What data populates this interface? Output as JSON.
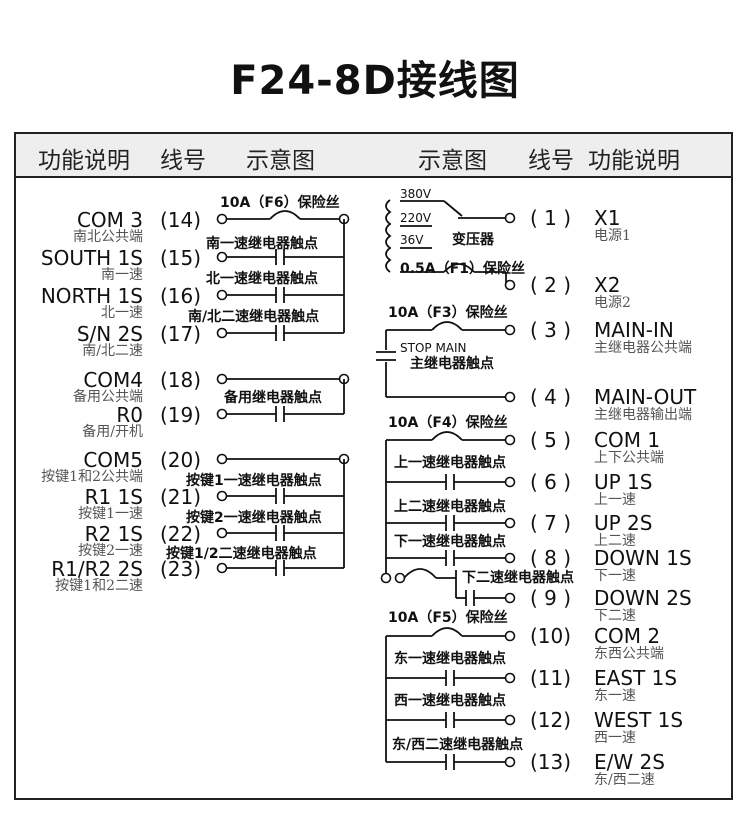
{
  "title": "F24-8D接线图",
  "header": {
    "left_func": "功能说明",
    "left_wire": "线号",
    "left_diagram": "示意图",
    "right_diagram": "示意图",
    "right_wire": "线号",
    "right_func": "功能说明"
  },
  "left_terms": [
    {
      "num": "(14)",
      "label": "COM 3",
      "sub": "南北公共端"
    },
    {
      "num": "(15)",
      "label": "SOUTH 1S",
      "sub": "南一速"
    },
    {
      "num": "(16)",
      "label": "NORTH 1S",
      "sub": "北一速"
    },
    {
      "num": "(17)",
      "label": "S/N 2S",
      "sub": "南/北二速"
    },
    {
      "num": "(18)",
      "label": "COM4",
      "sub": "备用公共端"
    },
    {
      "num": "(19)",
      "label": "R0",
      "sub": "备用/开机"
    },
    {
      "num": "(20)",
      "label": "COM5",
      "sub": "按键1和2公共端"
    },
    {
      "num": "(21)",
      "label": "R1 1S",
      "sub": "按键1一速"
    },
    {
      "num": "(22)",
      "label": "R2 1S",
      "sub": "按键2一速"
    },
    {
      "num": "(23)",
      "label": "R1/R2 2S",
      "sub": "按键1和2二速"
    }
  ],
  "right_terms": [
    {
      "num": "( 1 )",
      "label": "X1",
      "sub": "电源1"
    },
    {
      "num": "( 2 )",
      "label": "X2",
      "sub": "电源2"
    },
    {
      "num": "( 3 )",
      "label": "MAIN-IN",
      "sub": "主继电器公共端"
    },
    {
      "num": "( 4 )",
      "label": "MAIN-OUT",
      "sub": "主继电器输出端"
    },
    {
      "num": "( 5 )",
      "label": "COM 1",
      "sub": "上下公共端"
    },
    {
      "num": "( 6 )",
      "label": "UP 1S",
      "sub": "上一速"
    },
    {
      "num": "( 7 )",
      "label": "UP 2S",
      "sub": "上二速"
    },
    {
      "num": "( 8 )",
      "label": "DOWN 1S",
      "sub": "下一速"
    },
    {
      "num": "( 9 )",
      "label": "DOWN 2S",
      "sub": "下二速"
    },
    {
      "num": "(10)",
      "label": "COM 2",
      "sub": "东西公共端"
    },
    {
      "num": "(11)",
      "label": "EAST 1S",
      "sub": "东一速"
    },
    {
      "num": "(12)",
      "label": "WEST 1S",
      "sub": "西一速"
    },
    {
      "num": "(13)",
      "label": "E/W 2S",
      "sub": "东/西二速"
    }
  ],
  "diagram_labels": {
    "fuse_f6": "10A（F6）保险丝",
    "relay_south1": "南一速继电器触点",
    "relay_north1": "北一速继电器触点",
    "relay_sn2": "南/北二速继电器触点",
    "relay_spare": "备用继电器触点",
    "relay_key1": "按键1一速继电器触点",
    "relay_key2": "按键2一速继电器触点",
    "relay_key12": "按键1/2二速继电器触点",
    "v380": "380V",
    "v220": "220V",
    "v36": "36V",
    "transformer": "变压器",
    "fuse_f1": "0.5A（F1）保险丝",
    "fuse_f3": "10A（F3）保险丝",
    "stop_main": "STOP MAIN",
    "main_relay": "主继电器触点",
    "fuse_f4": "10A（F4）保险丝",
    "relay_up1": "上一速继电器触点",
    "relay_up2": "上二速继电器触点",
    "relay_down1": "下一速继电器触点",
    "relay_down2": "下二速继电器触点",
    "fuse_f5": "10A（F5）保险丝",
    "relay_east1": "东一速继电器触点",
    "relay_west1": "西一速继电器触点",
    "relay_ew2": "东/西二速继电器触点"
  }
}
